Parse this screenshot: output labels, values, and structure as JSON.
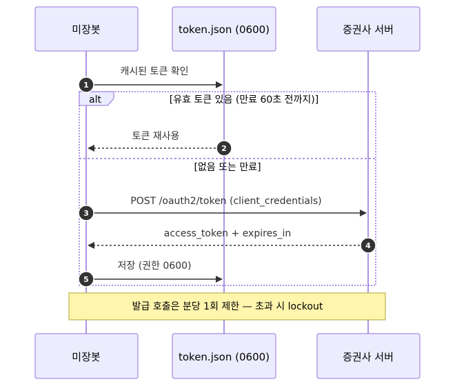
{
  "participants": [
    {
      "id": "bot",
      "label": "미장봇"
    },
    {
      "id": "token",
      "label": "token.json (0600)"
    },
    {
      "id": "server",
      "label": "증권사 서버"
    }
  ],
  "messages": [
    {
      "num": "1",
      "label": "캐시된 토큰 확인",
      "from": "bot",
      "to": "token",
      "style": "solid"
    },
    {
      "num": "2",
      "label": "토큰 재사용",
      "from": "token",
      "to": "bot",
      "style": "dotted"
    },
    {
      "num": "3",
      "label": "POST /oauth2/token (client_credentials)",
      "from": "bot",
      "to": "server",
      "style": "solid"
    },
    {
      "num": "4",
      "label": "access_token + expires_in",
      "from": "server",
      "to": "bot",
      "style": "dotted"
    },
    {
      "num": "5",
      "label": "저장 (권한 0600)",
      "from": "bot",
      "to": "token",
      "style": "solid"
    }
  ],
  "alt_frame": {
    "label": "alt",
    "condition_1": "[유효 토큰 있음 (만료 60초 전까지)]",
    "condition_2": "[없음 또는 만료]"
  },
  "note": "발급 호출은 분당 1회 제한 — 초과 시 lockout"
}
